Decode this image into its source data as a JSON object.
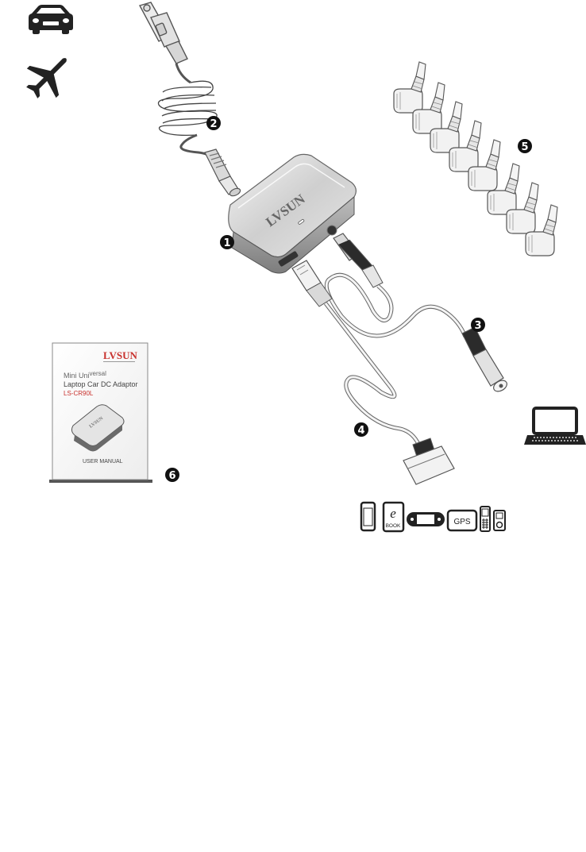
{
  "diagram": {
    "adapter_brand": "LVSUN",
    "callouts": [
      "1",
      "2",
      "3",
      "4",
      "5",
      "6"
    ],
    "manual": {
      "brand": "LVSUN",
      "line1_a": "Mini Uni",
      "line1_b": "versal",
      "line2": "Laptop Car DC Adaptor",
      "model": "LS-CR90L",
      "mini_brand": "LVSUN",
      "footer": "USER MANUAL"
    },
    "device_icons": {
      "ebook_letter": "e",
      "ebook_label": "BOOK",
      "gps_label": "GPS"
    },
    "icons": [
      "car-icon",
      "airplane-icon",
      "laptop-icon",
      "smartphone-icon",
      "ebook-icon",
      "handheld-console-icon",
      "gps-icon",
      "mobile-phone-icon",
      "ipod-icon"
    ],
    "colors": {
      "badge": "#111111",
      "icon": "#222222",
      "outline": "#4a4a4a",
      "manual_red": "#c8302c"
    }
  }
}
